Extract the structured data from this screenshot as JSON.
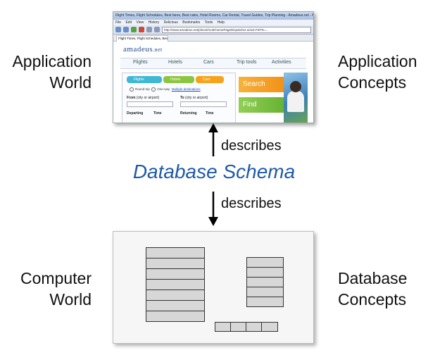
{
  "labels": {
    "application_world": [
      "Application",
      "World"
    ],
    "application_concepts": [
      "Application",
      "Concepts"
    ],
    "computer_world": [
      "Computer",
      "World"
    ],
    "database_concepts": [
      "Database",
      "Concepts"
    ]
  },
  "center": {
    "title": "Database Schema",
    "arrow_up_label": "describes",
    "arrow_down_label": "describes"
  },
  "browser": {
    "window_title": "Flight Times, Flight Schedules, Best fares, Best rates, Hotel Rooms, Car Rental, Travel Guides, Trip Planning - Amadeus.net - Mozilla Firefox",
    "menu": [
      "File",
      "Edit",
      "View",
      "History",
      "Delicious",
      "Bookmarks",
      "Tools",
      "Help"
    ],
    "url": "http://www.amadeus.net/plnext/mob/HomePageDispatcher.action?SITE=...",
    "tab_label": "Flight Times, Flight Schedules, Best f...",
    "logo_main": "amadeus",
    "logo_suffix": ".net",
    "nav": [
      "Flights",
      "Hotels",
      "Cars",
      "Trip tools",
      "Activities"
    ],
    "pills": [
      "Flights",
      "Hotels",
      "Cars"
    ],
    "trip_options": [
      "Round trip",
      "One-way",
      "Multiple destinations"
    ],
    "from_label": "From",
    "from_hint": "(city or airport)",
    "to_label": "To",
    "to_hint": "(city or airport)",
    "departing_label": "Departing",
    "time_label": "Time",
    "returning_label": "Returning",
    "time_label_2": "Time",
    "promo": [
      "Search",
      "Find"
    ],
    "colors": {
      "flights": "#3fb7d6",
      "hotels": "#8cc63f",
      "cars": "#f6a21a",
      "search": "#f39a1e",
      "find": "#7cc142"
    }
  },
  "colors": {
    "title": "#1f5aa6",
    "table_fill": "#d7d7d7"
  }
}
